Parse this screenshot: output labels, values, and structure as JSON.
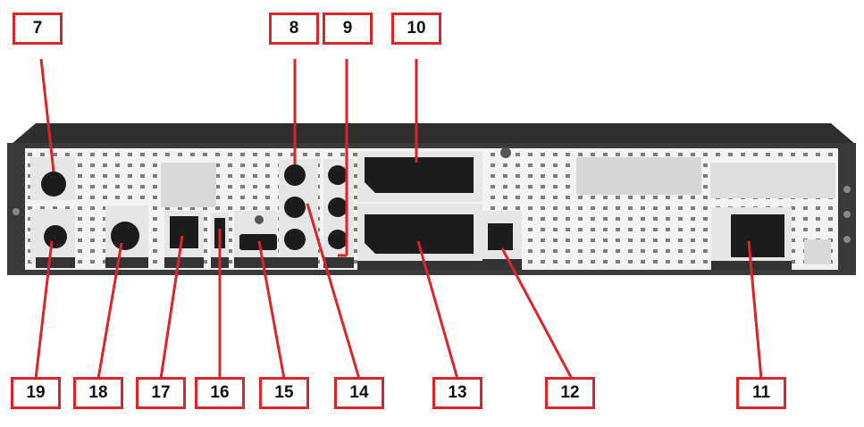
{
  "callouts": [
    {
      "id": "7",
      "label": "7"
    },
    {
      "id": "8",
      "label": "8"
    },
    {
      "id": "9",
      "label": "9"
    },
    {
      "id": "10",
      "label": "10"
    },
    {
      "id": "11",
      "label": "11"
    },
    {
      "id": "12",
      "label": "12"
    },
    {
      "id": "13",
      "label": "13"
    },
    {
      "id": "14",
      "label": "14"
    },
    {
      "id": "15",
      "label": "15"
    },
    {
      "id": "16",
      "label": "16"
    },
    {
      "id": "17",
      "label": "17"
    },
    {
      "id": "18",
      "label": "18"
    },
    {
      "id": "19",
      "label": "19"
    }
  ],
  "colors": {
    "callout_border": "#d8262b",
    "chassis": "#3a3a3a",
    "panel": "#f2f2f2",
    "connector": "#1c1c1c"
  }
}
